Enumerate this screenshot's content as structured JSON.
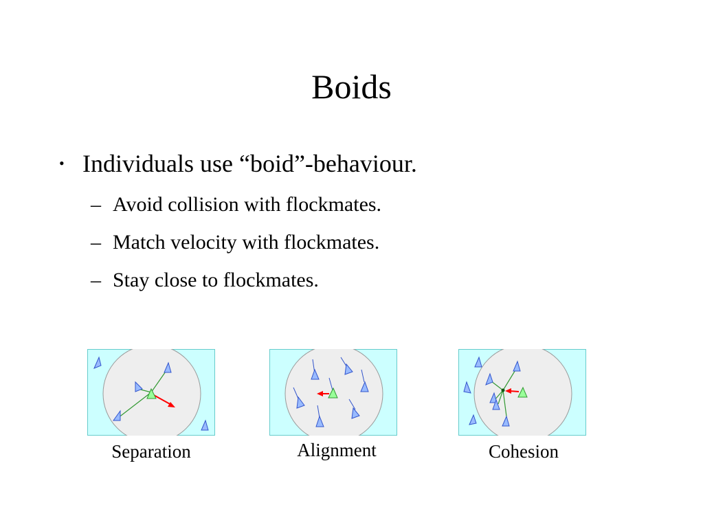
{
  "slide": {
    "title": "Boids",
    "bullet": "Individuals use “boid”-behaviour.",
    "subbullets": [
      "Avoid collision with flockmates.",
      "Match velocity with flockmates.",
      "Stay close to flockmates."
    ],
    "bullet_marker": "•",
    "dash_marker": "–"
  },
  "diagrams": [
    {
      "caption": "Separation"
    },
    {
      "caption": "Alignment"
    },
    {
      "caption": "Cohesion"
    }
  ],
  "colors": {
    "panel_bg": "#ccffff",
    "panel_border": "#66cccc",
    "circle_fill": "#eeeeee",
    "boid_blue": "#6699ff",
    "boid_green": "#99ff99",
    "line_green": "#339933",
    "arrow_red": "#ff0000"
  }
}
